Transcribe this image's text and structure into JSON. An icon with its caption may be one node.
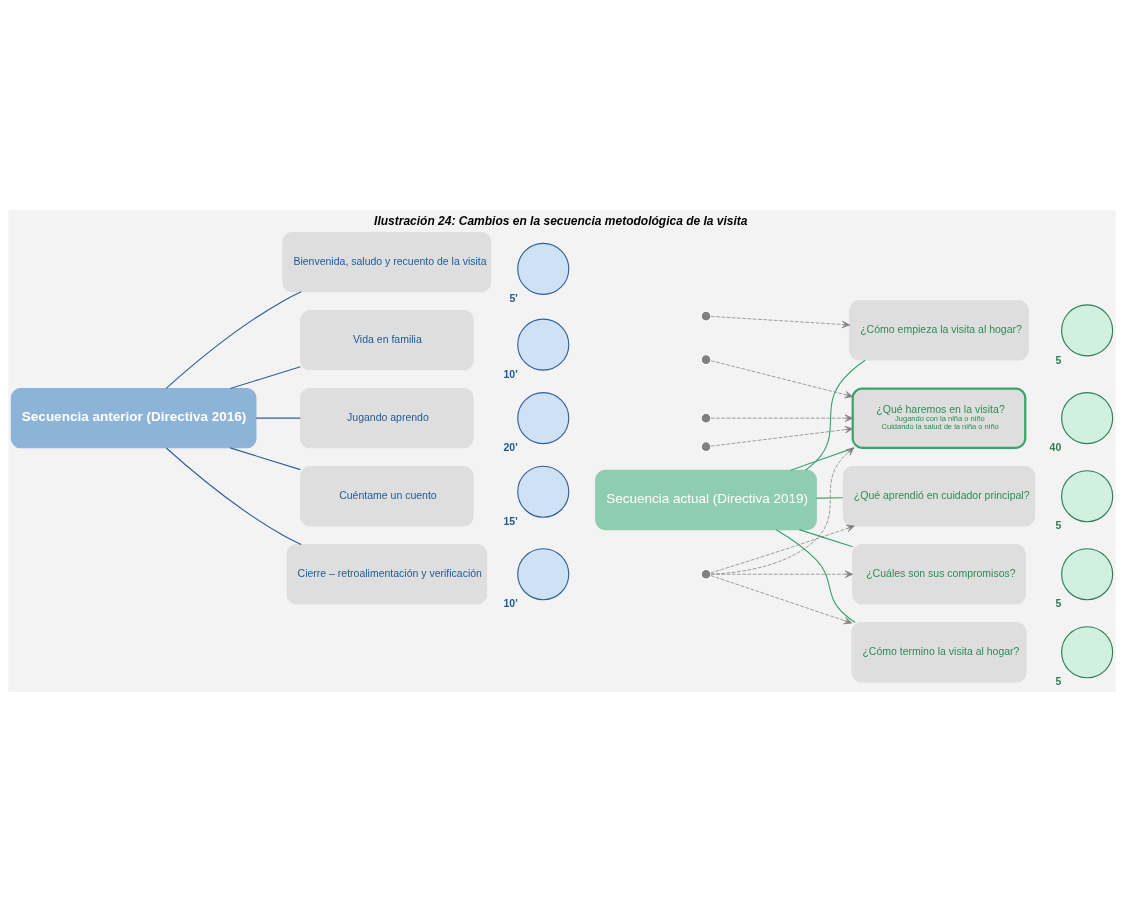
{
  "diagram": {
    "title": "Ilustración 24: Cambios en la secuencia metodológica de la visita",
    "nodes": [
      {
        "text": [
          "Secuencia anterior (Directiva 2016)"
        ]
      },
      {
        "text": [
          "Secuencia actual (Directiva 2019)"
        ]
      },
      {
        "text": [
          "Bienvenida, saludo y recuento de la visita"
        ]
      },
      {
        "text": [
          "Vida en familia"
        ]
      },
      {
        "text": [
          "Jugando aprendo"
        ]
      },
      {
        "text": [
          "Cuéntame un cuento"
        ]
      },
      {
        "text": [
          "Cierre – retroalimentación y verificación"
        ]
      },
      {
        "text": [],
        "shape": "circle",
        "beside": [
          "5'"
        ]
      },
      {
        "text": [],
        "shape": "circle",
        "beside": [
          "10'"
        ]
      },
      {
        "text": [],
        "shape": "circle",
        "beside": [
          "20'"
        ]
      },
      {
        "text": [],
        "shape": "circle",
        "beside": [
          "15'"
        ]
      },
      {
        "text": [],
        "shape": "circle",
        "beside": [
          "10'"
        ]
      },
      {
        "text": [],
        "shape": "circle"
      },
      {
        "text": [],
        "shape": "circle"
      },
      {
        "text": [],
        "shape": "circle"
      },
      {
        "text": [],
        "shape": "circle"
      },
      {
        "text": [],
        "shape": "circle"
      },
      {
        "text": [
          "¿Cómo empieza la visita al hogar?"
        ]
      },
      {
        "text": [
          "¿Qué haremos en la visita?",
          "Jugando con la niña o niño",
          "Cuidando la salud de la niña o niño"
        ]
      },
      {
        "text": [
          "¿Qué aprendió en cuidador principal?"
        ]
      },
      {
        "text": [
          "¿Cuáles son sus compromisos?"
        ]
      },
      {
        "text": [
          "¿Cómo termino la visita al hogar?"
        ]
      },
      {
        "text": [],
        "shape": "circle",
        "beside": [
          "5"
        ]
      },
      {
        "text": [],
        "shape": "circle",
        "beside": [
          "40"
        ]
      },
      {
        "text": [],
        "shape": "circle",
        "beside": [
          "5"
        ]
      },
      {
        "text": [],
        "shape": "circle",
        "beside": [
          "5"
        ]
      },
      {
        "text": [],
        "shape": "circle",
        "beside": [
          "5"
        ]
      }
    ],
    "edges": [
      {
        "from": 0,
        "to": 2,
        "arrow": "none",
        "color": "#2f5f99"
      },
      {
        "from": 0,
        "to": 3,
        "arrow": "none",
        "color": "#2f5f99"
      },
      {
        "from": 0,
        "to": 4,
        "arrow": "none",
        "color": "#2f5f99"
      },
      {
        "from": 0,
        "to": 5,
        "arrow": "none",
        "color": "#2f5f99"
      },
      {
        "from": 0,
        "to": 6,
        "arrow": "none",
        "color": "#2f5f99"
      },
      {
        "from": 1,
        "to": 17,
        "arrow": "none",
        "color": "#3aa36e"
      },
      {
        "from": 1,
        "to": 18,
        "arrow": "none",
        "color": "#3aa36e"
      },
      {
        "from": 1,
        "to": 19,
        "arrow": "none",
        "color": "#3aa36e"
      },
      {
        "from": 1,
        "to": 20,
        "arrow": "none",
        "color": "#3aa36e"
      },
      {
        "from": 1,
        "to": 21,
        "arrow": "none",
        "color": "#3aa36e"
      },
      {
        "from": 12,
        "to": 17,
        "arrow": "to",
        "style": "dashed"
      },
      {
        "from": 13,
        "to": 18,
        "arrow": "to",
        "style": "dashed"
      },
      {
        "from": 14,
        "to": 18,
        "arrow": "to",
        "style": "dashed"
      },
      {
        "from": 15,
        "to": 18,
        "arrow": "to",
        "style": "dashed"
      },
      {
        "from": 16,
        "to": 18,
        "arrow": "to",
        "style": "dashed"
      },
      {
        "from": 16,
        "to": 19,
        "arrow": "to",
        "style": "dashed"
      },
      {
        "from": 16,
        "to": 20,
        "arrow": "to",
        "style": "dashed"
      },
      {
        "from": 16,
        "to": 21,
        "arrow": "to",
        "style": "dashed"
      }
    ]
  }
}
